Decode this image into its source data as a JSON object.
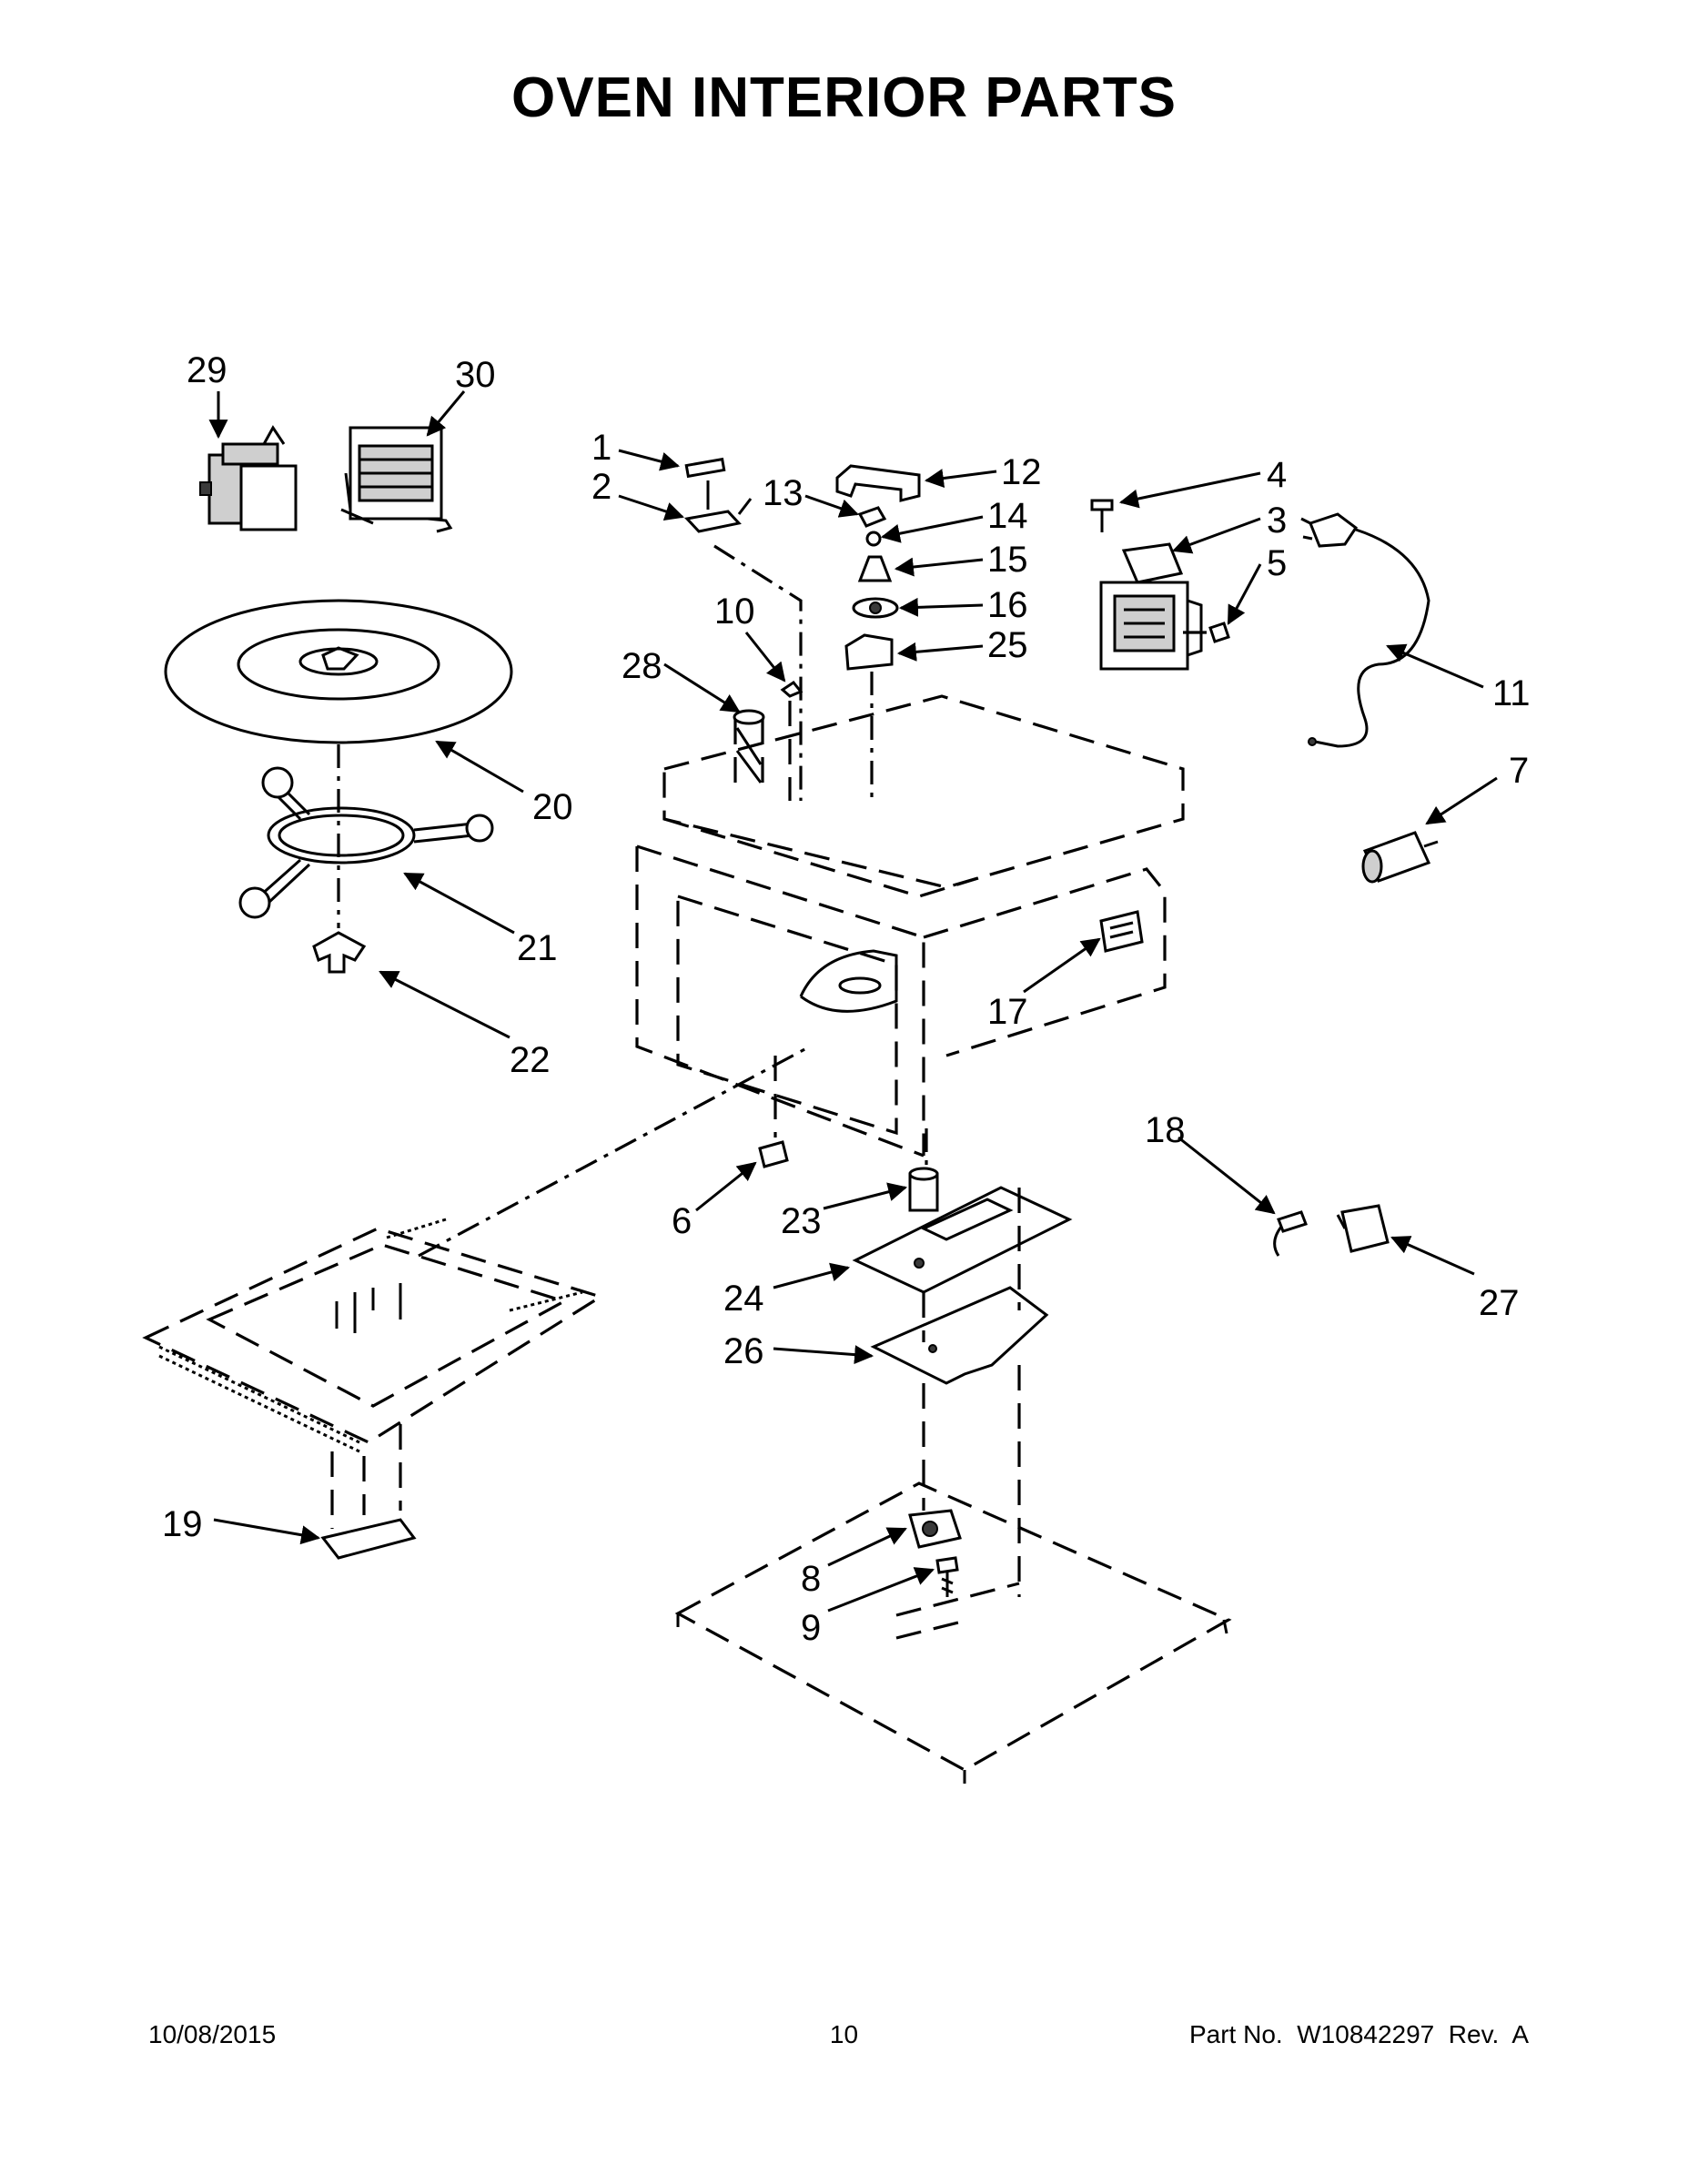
{
  "title": "OVEN INTERIOR PARTS",
  "callouts": {
    "c1": "1",
    "c2": "2",
    "c3": "3",
    "c4": "4",
    "c5": "5",
    "c6": "6",
    "c7": "7",
    "c8": "8",
    "c9": "9",
    "c10": "10",
    "c11": "11",
    "c12": "12",
    "c13": "13",
    "c14": "14",
    "c15": "15",
    "c16": "16",
    "c17": "17",
    "c18": "18",
    "c19": "19",
    "c20": "20",
    "c21": "21",
    "c22": "22",
    "c23": "23",
    "c24": "24",
    "c25": "25",
    "c26": "26",
    "c27": "27",
    "c28": "28",
    "c29": "29",
    "c30": "30"
  },
  "footer": {
    "date": "10/08/2015",
    "page": "10",
    "part_no": "Part No.  W10842297  Rev.  A"
  }
}
